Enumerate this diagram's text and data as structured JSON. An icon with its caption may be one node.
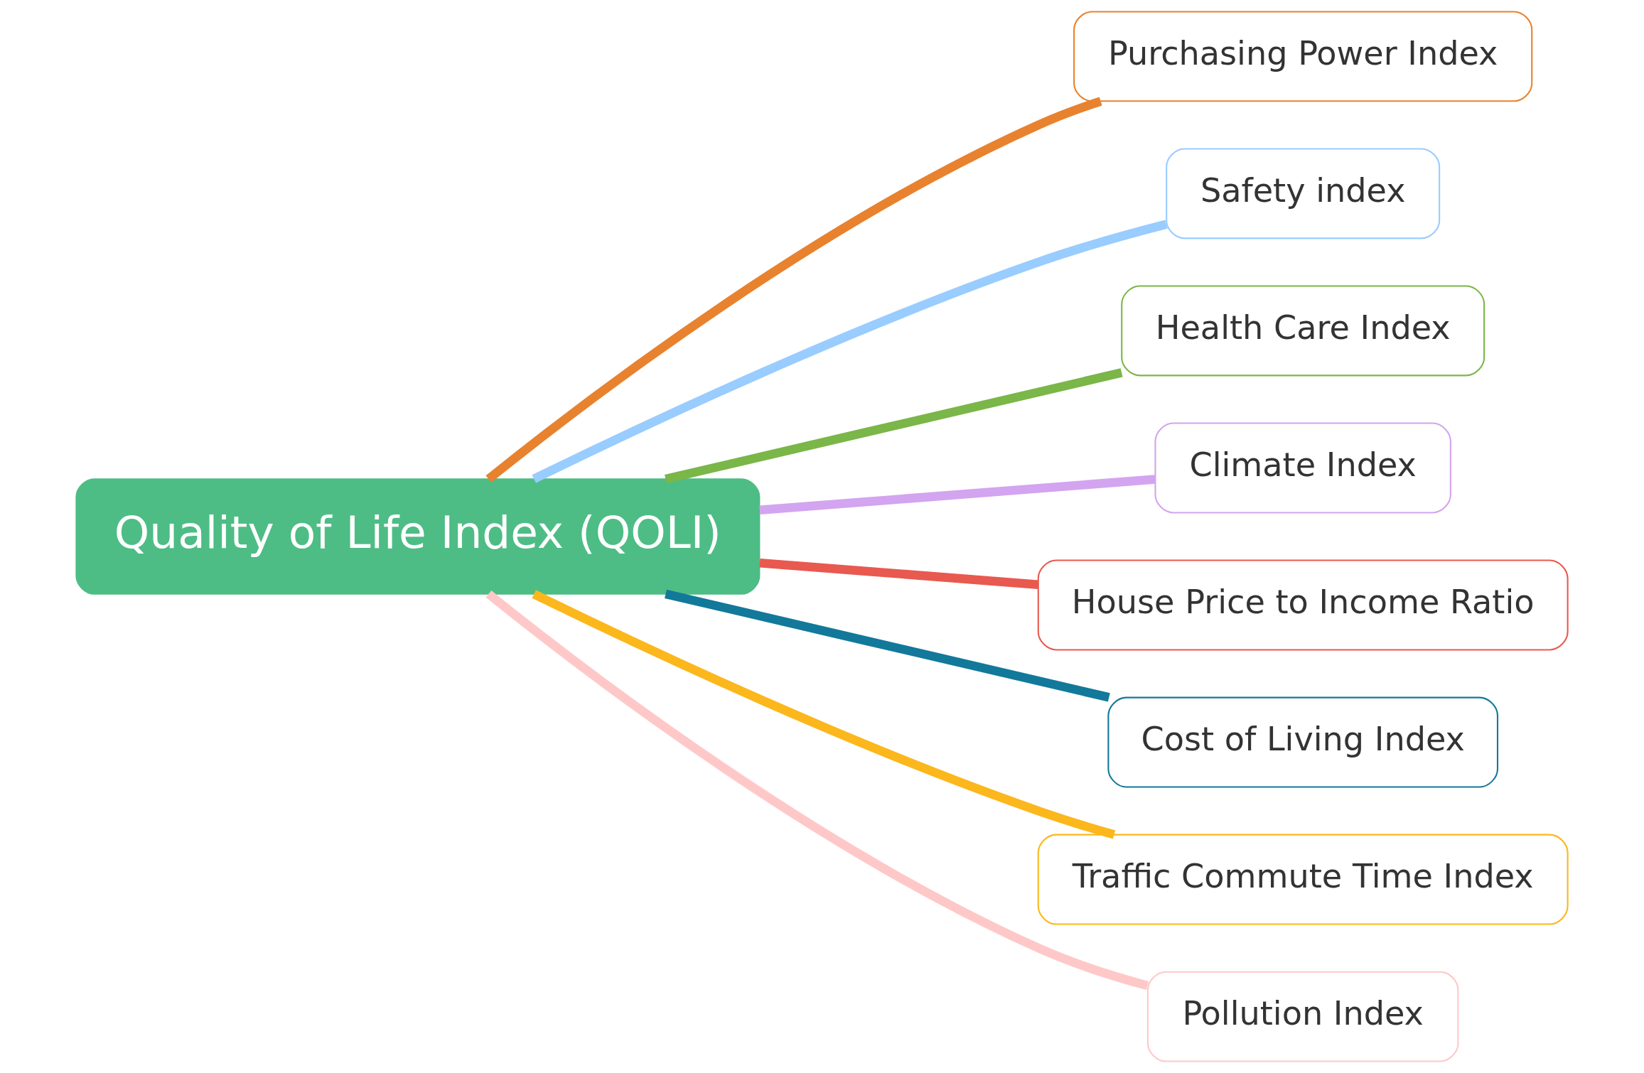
{
  "diagram": {
    "nodes": [
      {
        "text": [
          "Quality of Life Index (QOLI)"
        ]
      },
      {
        "text": [
          "Purchasing Power Index"
        ]
      },
      {
        "text": [
          "Safety index"
        ]
      },
      {
        "text": [
          "Health Care Index"
        ]
      },
      {
        "text": [
          "Climate Index"
        ]
      },
      {
        "text": [
          "House Price to Income Ratio"
        ]
      },
      {
        "text": [
          "Cost of Living Index"
        ]
      },
      {
        "text": [
          "Traffic Commute Time Index"
        ]
      },
      {
        "text": [
          "Pollution Index"
        ]
      }
    ],
    "edges": [
      {
        "from": 0,
        "to": 1,
        "arrow": "none",
        "color": "#e8822e"
      },
      {
        "from": 0,
        "to": 2,
        "arrow": "none",
        "color": "#99ccff"
      },
      {
        "from": 0,
        "to": 3,
        "arrow": "none",
        "color": "#7ab648"
      },
      {
        "from": 0,
        "to": 4,
        "arrow": "none",
        "color": "#d3a4f0"
      },
      {
        "from": 0,
        "to": 5,
        "arrow": "none",
        "color": "#e8594f"
      },
      {
        "from": 0,
        "to": 6,
        "arrow": "none",
        "color": "#12799a"
      },
      {
        "from": 0,
        "to": 7,
        "arrow": "none",
        "color": "#fbb71c"
      },
      {
        "from": 0,
        "to": 8,
        "arrow": "none",
        "color": "#ffc8c8"
      }
    ]
  }
}
